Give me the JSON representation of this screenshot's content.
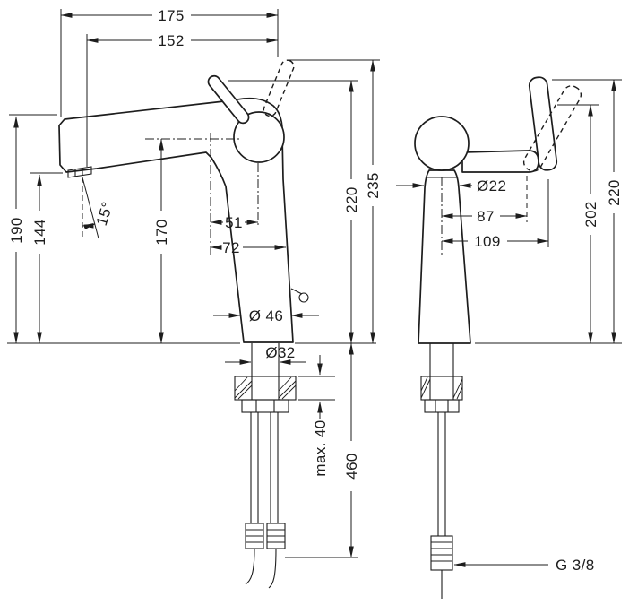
{
  "colors": {
    "ink": "#1d1d1d",
    "background": "#ffffff"
  },
  "views": {
    "side": {
      "dims": {
        "total_width": "175",
        "spout_reach": "152",
        "spout_top_height": "190",
        "aerator_height": "144",
        "spray_angle": "15°",
        "spout_axis_height": "170",
        "handle_pivot_offset": "51",
        "body_edge_offset": "72",
        "body_height": "220",
        "overall_height": "235",
        "base_diameter": "Ø 46",
        "shank_diameter": "Ø32",
        "max_counter_thickness": "max. 40",
        "hose_length": "460"
      }
    },
    "front": {
      "dims": {
        "neck_diameter": "Ø22",
        "handle_reach": "87",
        "handle_reach_max": "109",
        "body_height": "202",
        "overall_height": "220",
        "connection_thread": "G 3/8"
      }
    }
  }
}
